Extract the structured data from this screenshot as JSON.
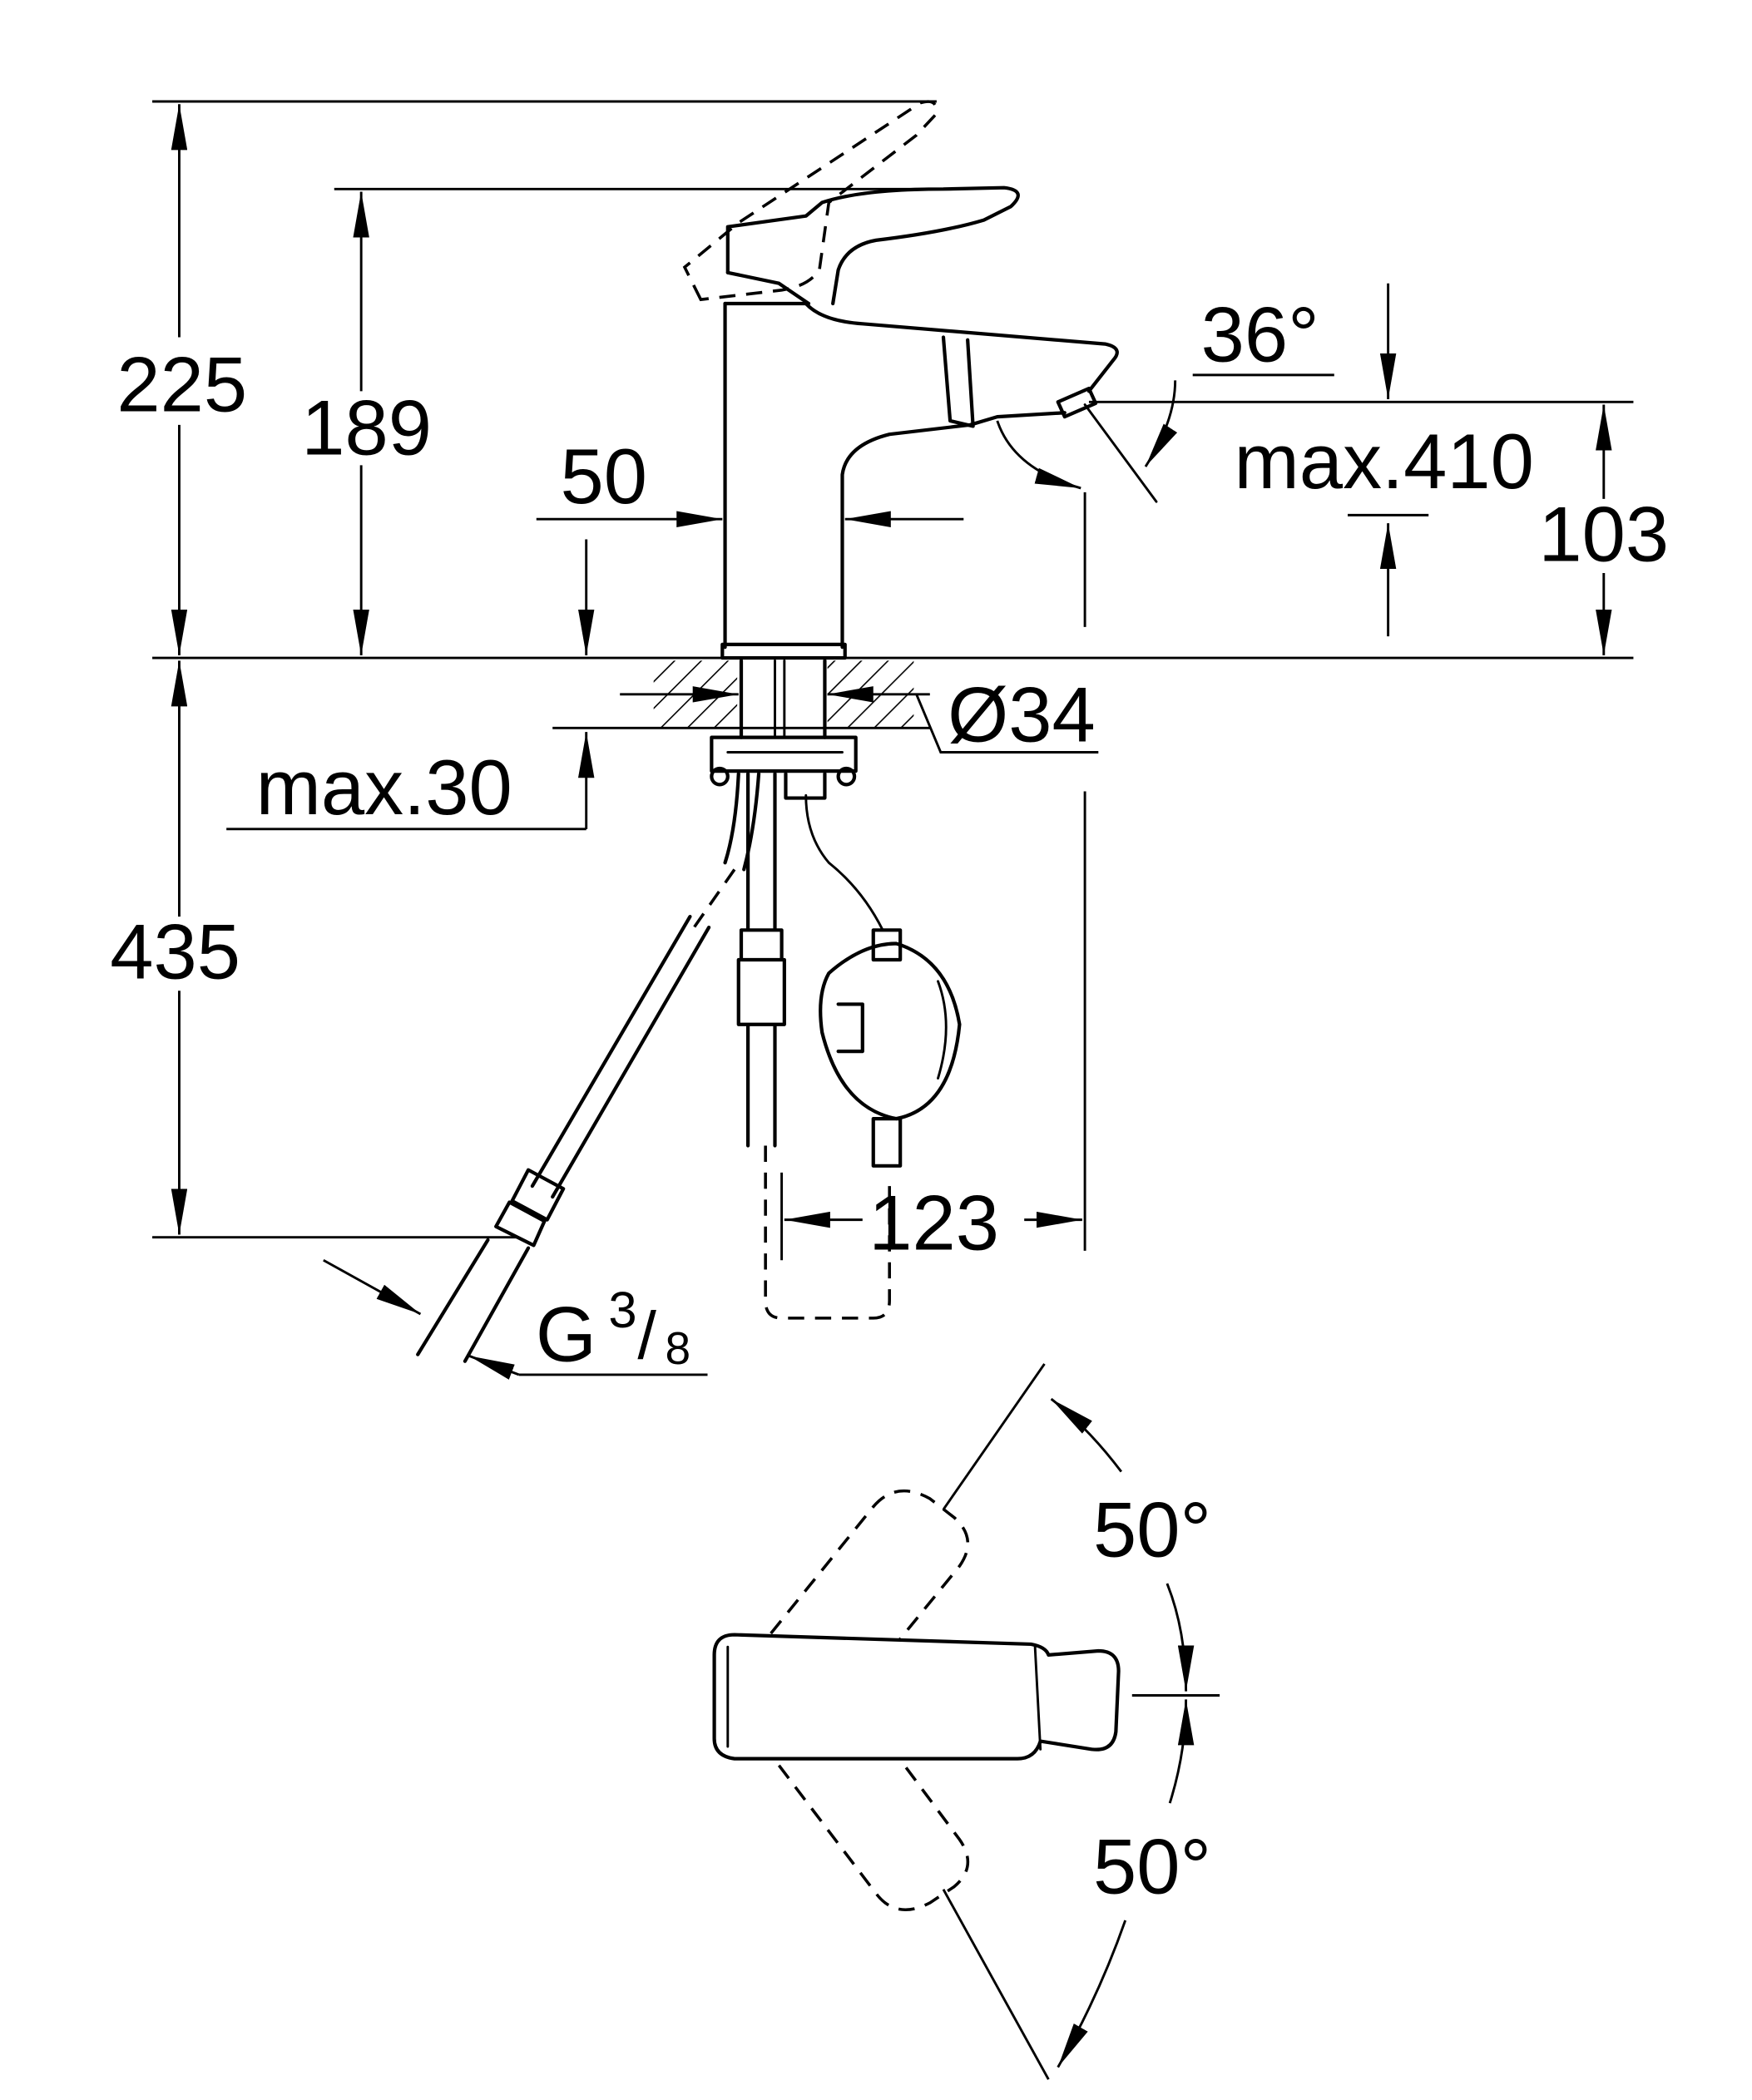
{
  "dimensions": {
    "total_height": "225",
    "lever_height": "189",
    "body_width": "50",
    "spray_angle": "36°",
    "max_outlet_height": "max.410",
    "spout_height": "103",
    "shank_diameter": "Ø34",
    "max_counter_thickness": "max.30",
    "hose_length": "435",
    "projection": "123",
    "lever_rotation_upper": "50°",
    "lever_rotation_lower": "50°"
  },
  "connection": {
    "prefix": "G",
    "numerator": "3",
    "separator": "/",
    "denominator": "8"
  }
}
